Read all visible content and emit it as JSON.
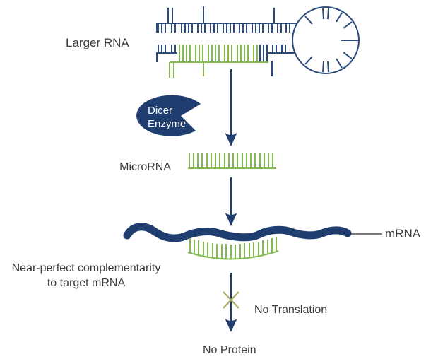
{
  "diagram": {
    "labels": {
      "larger_rna": "Larger RNA",
      "dicer_enzyme_line1": "Dicer",
      "dicer_enzyme_line2": "Enzyme",
      "microrna": "MicroRNA",
      "mrna": "mRNA",
      "complementarity_line1": "Near-perfect complementarity",
      "complementarity_line2": "to target mRNA",
      "no_translation": "No Translation",
      "no_protein": "No Protein"
    },
    "colors": {
      "rna_navy": "#1f3d6e",
      "strand_outline_blue": "#2a4a7d",
      "microrna_green": "#82ba50",
      "x_mark_olive": "#a8ae5e",
      "label_text": "#3b3b3b",
      "dicer_label_text": "#ffffff",
      "background": "#ffffff"
    }
  }
}
